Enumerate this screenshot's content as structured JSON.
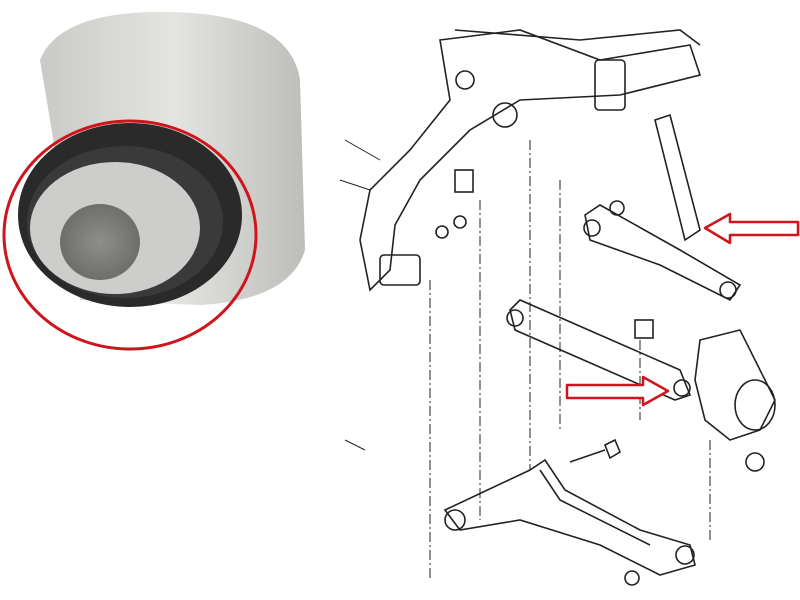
{
  "colors": {
    "background": "#ffffff",
    "bushing_outer": "#d9d9d6",
    "rubber": "#2a2a2a",
    "inner_sleeve": "#c8c8c6",
    "highlight_circle": "#d0141c",
    "arrow_outline": "#d0141c",
    "line_art": "#222222"
  },
  "photo": {
    "icon": "bushing-photo",
    "highlight": "red-ellipse"
  },
  "diagram": {
    "icon": "rear-suspension-exploded-view",
    "arrows": [
      "arrow-left-upper-link",
      "arrow-right-lower-link-bushing"
    ]
  }
}
